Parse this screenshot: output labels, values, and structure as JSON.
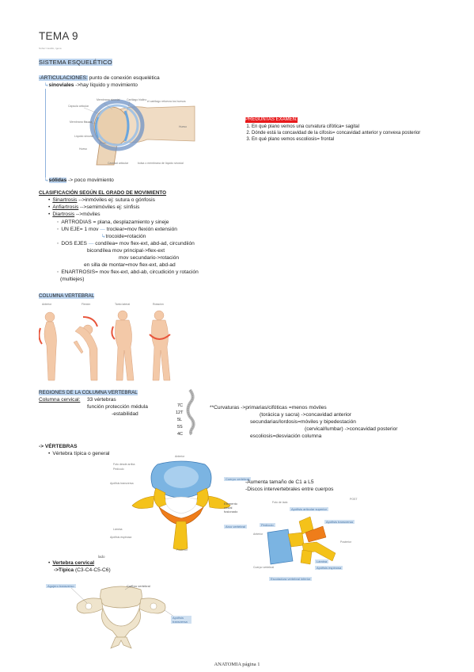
{
  "header": {
    "title": "TEMA 9",
    "subtitle": "Núñez Castillo, Igena"
  },
  "section_esqueletico": {
    "heading": "SISTEMA ESQUELÉTICO",
    "articulaciones_label": "-ARTICULACIONES:",
    "articulaciones_text": " punto de conexión esquelética",
    "sinoviales_label": "sinoviales",
    "sinoviales_text": " ->hay líquido y movimiento",
    "solidas_label": "sólidas",
    "solidas_text": " -> poco movimiento",
    "figure_labels": {
      "membrana": "Membrana sinovial",
      "capsula": "Cápsula articular",
      "membrana_fibrosa": "Membrana fibrosa",
      "cartilago": "Cartílago hialino",
      "liquido": "Líquido sinovial",
      "hueso": "Hueso",
      "hueso2": "Hueso",
      "cavidad": "Cavidad articular",
      "note1": "el cartílago refuerza los huesos",
      "note2": "bolsa o membrana de líquido sinovial"
    }
  },
  "preguntas": {
    "heading": "PREGUNTAS EXAMEN:",
    "items": [
      "En qué plano vemos una curvatura cifótica= sagital",
      "Dónde está la concavidad de la cifosis= concavidad anterior y convexa posterior",
      "En qué plano vemos escoliosis= frontal"
    ]
  },
  "clasificacion": {
    "heading": "CLASIFICACIÓN SEGÚN EL GRADO DE MOVIMIENTO",
    "sinartrosis_label": "Sinartrosis",
    "sinartrosis_text": " -->inmóviles  ej: sutura o gónfosis",
    "anfiartrosis_label": "Anfiartrosis",
    "anfiartrosis_text": " -->semimóviles ej: sínfisis",
    "diartrosis_label": "Diartrosis",
    "diartrosis_text": " -->móviles",
    "artrodias": "ARTRODIAS = plana, desplazamiento y sineje",
    "un_eje_1": "UN EJE= 1 mov",
    "un_eje_2": "troclear=mov flexión extensión",
    "un_eje_3": "trocoide=rotación",
    "dos_ejes_1": "DOS EJES",
    "dos_ejes_2": "condílea= mov flex-ext, abd-ad, circundiión",
    "dos_ejes_3": "bicondílea",
    "dos_ejes_4": "mov principal->flex-ext",
    "dos_ejes_5": "mov secundario->rotación",
    "dos_ejes_6": "en silla de montar=mov flex-ext, abd-ad",
    "enartrosis_1": "ENARTROSIS= mov flex-ext, abd-ab, circudición y rotación",
    "enartrosis_2": "(multiejes)"
  },
  "columna": {
    "heading": "COLUMNA VERTEBRAL",
    "fig_labels": [
      "Anterior",
      "Flexión",
      "Tanto lateral",
      "Rotación"
    ]
  },
  "regiones": {
    "heading": "REGIONES DE LA COLUMNA VERTEBRAL",
    "columna_cervical_label": "Columna cervical:",
    "line1": "33 vértebras",
    "line2": "función protección médula",
    "line3": "-estabilidad",
    "spine_labels": [
      "7C",
      "12T",
      "5L",
      "5S",
      "4C"
    ],
    "curvaturas_1": "**Curvaturas ->primarias/cifóticas =menos móviles",
    "curvaturas_2": "(torácica y sacra) ->concavidad anterior",
    "curvaturas_3": "secundarias/lordosis=móviles y bipedestación",
    "curvaturas_4": "(cervical/lumbar) ->concavidad posterior",
    "curvaturas_5": "escoliosis=desviación columna"
  },
  "vertebras": {
    "heading": "-> VÉRTEBRAS",
    "tipica": "Vértebra típica o general",
    "labels_left": [
      "Foto desde arriba",
      "Pedículo",
      "Apófisis transversa",
      "Lámina",
      "Apófisis espinosa"
    ],
    "label_anterior": "Anterior",
    "label_posterior": "Posterior",
    "label_cuerpo": "Cuerpo vertebral",
    "label_elemento": "Elemento costal fusionado",
    "label_arco": "Arco vertebral",
    "note1": "-Aumenta tamaño de C1 a L5",
    "note2": "-Discos intervertebrales entre cuerpos",
    "lado": "lado",
    "right_fig_labels": [
      "Foto de lado",
      "Apófisis articular superior",
      "Apófisis transversa",
      "Pedículo",
      "Anterior",
      "Cuerpo vertebral",
      "Posterior",
      "Lámina",
      "Apófisis espinosa",
      "Escotadura vertebral inferior"
    ],
    "right_corner": "POST"
  },
  "cervical": {
    "heading": "Vertebra cervical",
    "tipica": "->Típica",
    "tipica_range": " (C3-C4-C5-C6)",
    "labels": [
      "Agujero transverso",
      "Cuerpo vertebral",
      "Apófisis transversa"
    ]
  },
  "footer": {
    "text": "ANATOMIA página 1"
  },
  "colors": {
    "highlight_blue": "#bcd4ef",
    "highlight_red": "#e8191b",
    "bone_yellow": "#f4c21a",
    "bone_orange": "#ef7d1a",
    "body_blue": "#7bb4e2",
    "skin": "#f3c9a8"
  }
}
